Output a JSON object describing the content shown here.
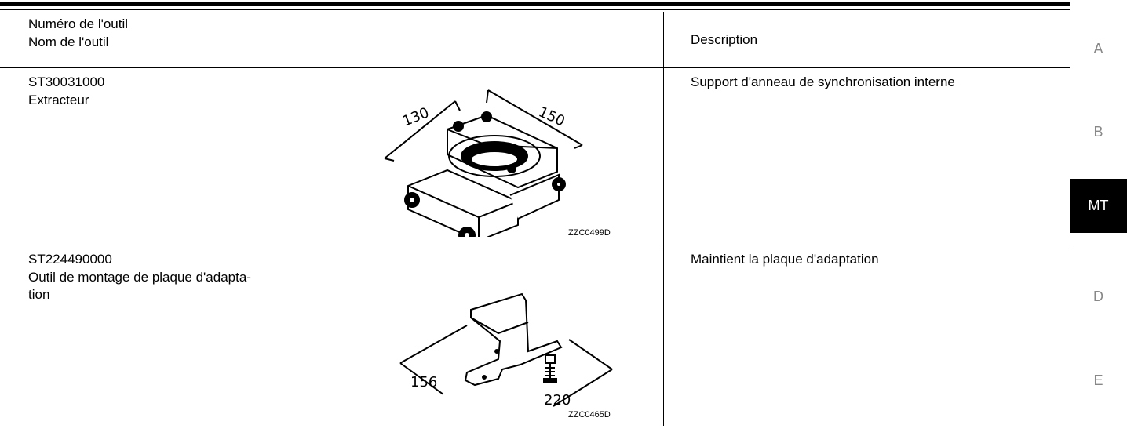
{
  "header": {
    "tool_number": "Numéro de l'outil",
    "tool_name": "Nom de l'outil",
    "description": "Description"
  },
  "rows": [
    {
      "tool_number": "ST30031000",
      "tool_name": "Extracteur",
      "description": "Support d'anneau de synchronisation interne",
      "figure_code": "ZZC0499D",
      "dimensions": [
        "130",
        "150"
      ]
    },
    {
      "tool_number": "ST224490000",
      "tool_name": "Outil de montage de plaque d'adapta-\ntion",
      "description": "Maintient la plaque d'adaptation",
      "figure_code": "ZZC0465D",
      "dimensions": [
        "156",
        "220"
      ]
    }
  ],
  "side_tabs": [
    "A",
    "B",
    "MT",
    "D",
    "E"
  ],
  "active_tab": "MT",
  "colors": {
    "active_tab_bg": "#000000",
    "inactive_tab_text": "#888888"
  }
}
